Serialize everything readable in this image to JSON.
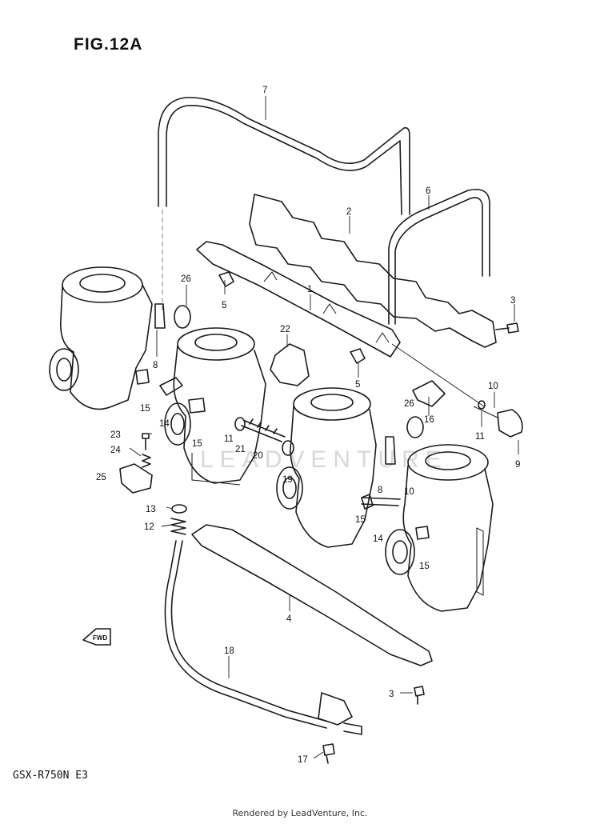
{
  "figure_title": "FIG.12A",
  "model_code": "GSX-R750N E3",
  "footer": "Rendered by LeadVenture, Inc.",
  "watermark": "LEADVENTURE",
  "callouts": [
    {
      "id": "c7",
      "label": "7"
    },
    {
      "id": "c6",
      "label": "6"
    },
    {
      "id": "c2",
      "label": "2"
    },
    {
      "id": "c1",
      "label": "1"
    },
    {
      "id": "c3a",
      "label": "3"
    },
    {
      "id": "c26a",
      "label": "26"
    },
    {
      "id": "c5a",
      "label": "5"
    },
    {
      "id": "c22",
      "label": "22"
    },
    {
      "id": "c8a",
      "label": "8"
    },
    {
      "id": "c15a",
      "label": "15"
    },
    {
      "id": "c14a",
      "label": "14"
    },
    {
      "id": "c15b",
      "label": "15"
    },
    {
      "id": "c11a",
      "label": "11"
    },
    {
      "id": "c21",
      "label": "21"
    },
    {
      "id": "c20",
      "label": "20"
    },
    {
      "id": "c19",
      "label": "19"
    },
    {
      "id": "c5b",
      "label": "5"
    },
    {
      "id": "c26b",
      "label": "26"
    },
    {
      "id": "c16",
      "label": "16"
    },
    {
      "id": "c10a",
      "label": "10"
    },
    {
      "id": "c11b",
      "label": "11"
    },
    {
      "id": "c9",
      "label": "9"
    },
    {
      "id": "c23",
      "label": "23"
    },
    {
      "id": "c24",
      "label": "24"
    },
    {
      "id": "c25",
      "label": "25"
    },
    {
      "id": "c13",
      "label": "13"
    },
    {
      "id": "c12",
      "label": "12"
    },
    {
      "id": "c8b",
      "label": "8"
    },
    {
      "id": "c10b",
      "label": "10"
    },
    {
      "id": "c15c",
      "label": "15"
    },
    {
      "id": "c14b",
      "label": "14"
    },
    {
      "id": "c15d",
      "label": "15"
    },
    {
      "id": "c4",
      "label": "4"
    },
    {
      "id": "c18",
      "label": "18"
    },
    {
      "id": "c3b",
      "label": "3"
    },
    {
      "id": "c17",
      "label": "17"
    }
  ],
  "direction_marker": "FWD"
}
